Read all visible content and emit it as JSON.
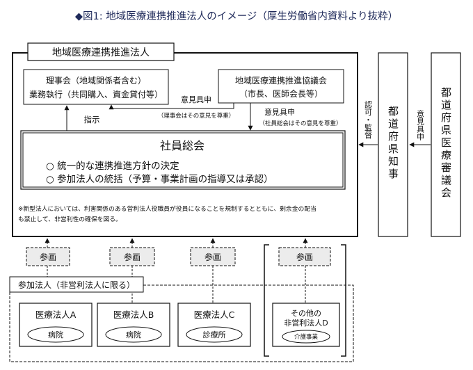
{
  "title": "◆図1: 地域医療連携推進法人のイメージ（厚生労働省内資料より抜粋）",
  "corporation": {
    "label": "地域医療連携推進法人",
    "board": {
      "line1": "理事会（地域関係者含む）",
      "line2": "業務執行（共同購入、資金貸付等）"
    },
    "council": {
      "line1": "地域医療連携推進協議会",
      "line2": "（市長、医師会長等）"
    },
    "opinion_to_board": {
      "label": "意見具申",
      "note": "（理事会はその意見を尊重）"
    },
    "opinion_to_assembly": {
      "label": "意見具申",
      "note": "（社員総会はその意見を尊重）"
    },
    "instruction": "指示",
    "assembly": {
      "title": "社員総会",
      "item1": "○ 統一的な連携推進方針の決定",
      "item2": "○ 参加法人の統括（予算・事業計画の指導又は承認）"
    },
    "footnote": {
      "line1": "※新型法人においては、利害関係のある営利法人役職員が役員になることを規制するとともに、剰余金の配当",
      "line2": "も禁止して、非営利性の確保を図る。"
    }
  },
  "governor": {
    "label": "都道府県知事",
    "relation": "認可・監督"
  },
  "prefectural_council": {
    "label": "都道府県医療審議会",
    "relation": "意見具申"
  },
  "participation_label": "参画",
  "participants_label": "参加法人（非営利法人に限る）",
  "members": [
    {
      "name": "医療法人A",
      "facility": "病院"
    },
    {
      "name": "医療法人B",
      "facility": "病院"
    },
    {
      "name": "医療法人C",
      "facility": "診療所"
    }
  ],
  "other_member": {
    "name_line1": "その他の",
    "name_line2": "非営利法人D",
    "facility": "介護事業"
  }
}
